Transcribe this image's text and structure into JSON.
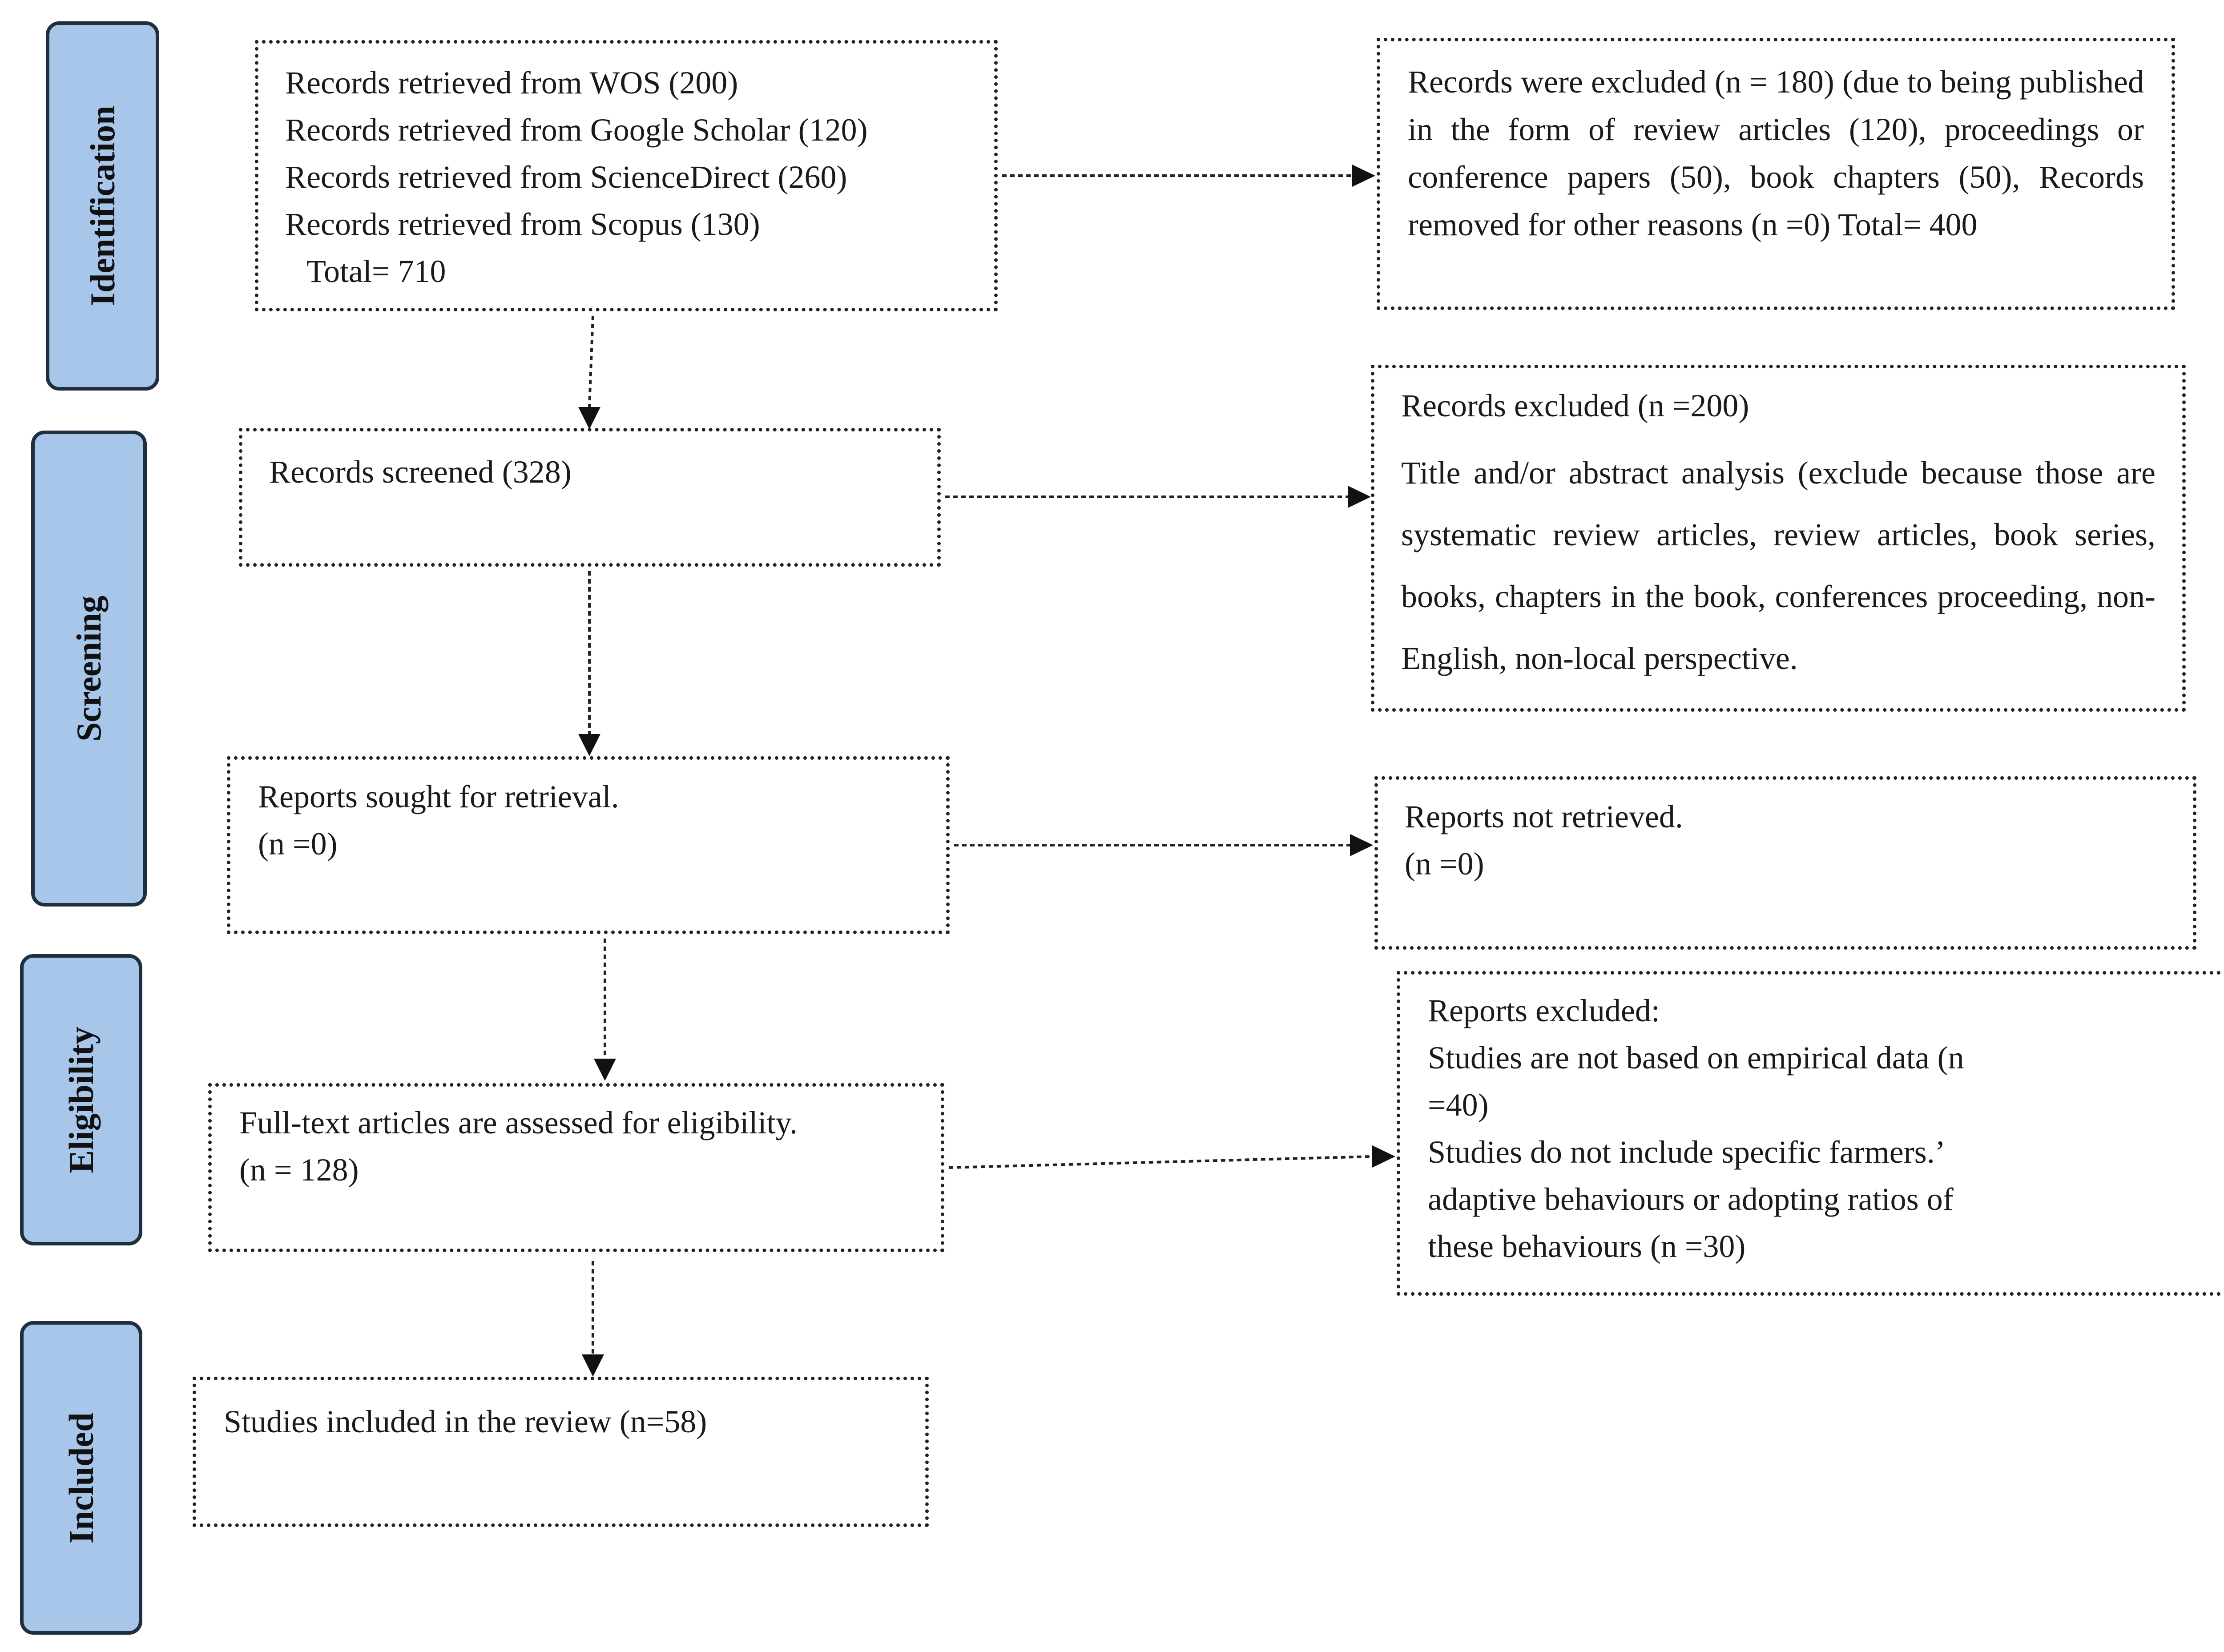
{
  "phases": {
    "identification": "Identification",
    "screening": "Screening",
    "eligibility": "Eligibility",
    "included": "Included"
  },
  "identification_box": {
    "lines": [
      "Records retrieved from WOS (200)",
      "Records retrieved from Google Scholar (120)",
      "Records retrieved from ScienceDirect (260)",
      "Records retrieved from Scopus (130)",
      "Total= 710"
    ]
  },
  "excluded_identification": {
    "text": "Records were excluded (n = 180) (due to being published in the form of review articles (120), proceedings or conference papers (50), book chapters (50), Records removed for other reasons (n =0) Total= 400"
  },
  "screened_box": {
    "text": "Records screened (328)"
  },
  "excluded_screening": {
    "heading": "Records excluded (n =200)",
    "text": "Title and/or abstract analysis (exclude because those are systematic review articles, review articles, book series, books, chapters in the book, conferences proceeding, non-English, non-local perspective."
  },
  "sought_box": {
    "lines": [
      "Reports sought for retrieval.",
      "(n =0)"
    ]
  },
  "not_retrieved_box": {
    "lines": [
      "Reports not retrieved.",
      "(n =0)"
    ]
  },
  "eligibility_box": {
    "lines": [
      "Full-text articles are assessed for eligibility.",
      "(n = 128)"
    ]
  },
  "excluded_eligibility": {
    "lines": [
      "Reports excluded:",
      "Studies are not based on empirical data (n",
      "=40)",
      "Studies do not include specific farmers.’",
      "adaptive behaviours or adopting ratios of",
      "these behaviours (n =30)"
    ]
  },
  "included_box": {
    "text": "Studies included in the review (n=58)"
  },
  "colors": {
    "phase_fill": "#a8c6ea",
    "phase_border": "#1f2f3f",
    "box_border": "#222222"
  }
}
